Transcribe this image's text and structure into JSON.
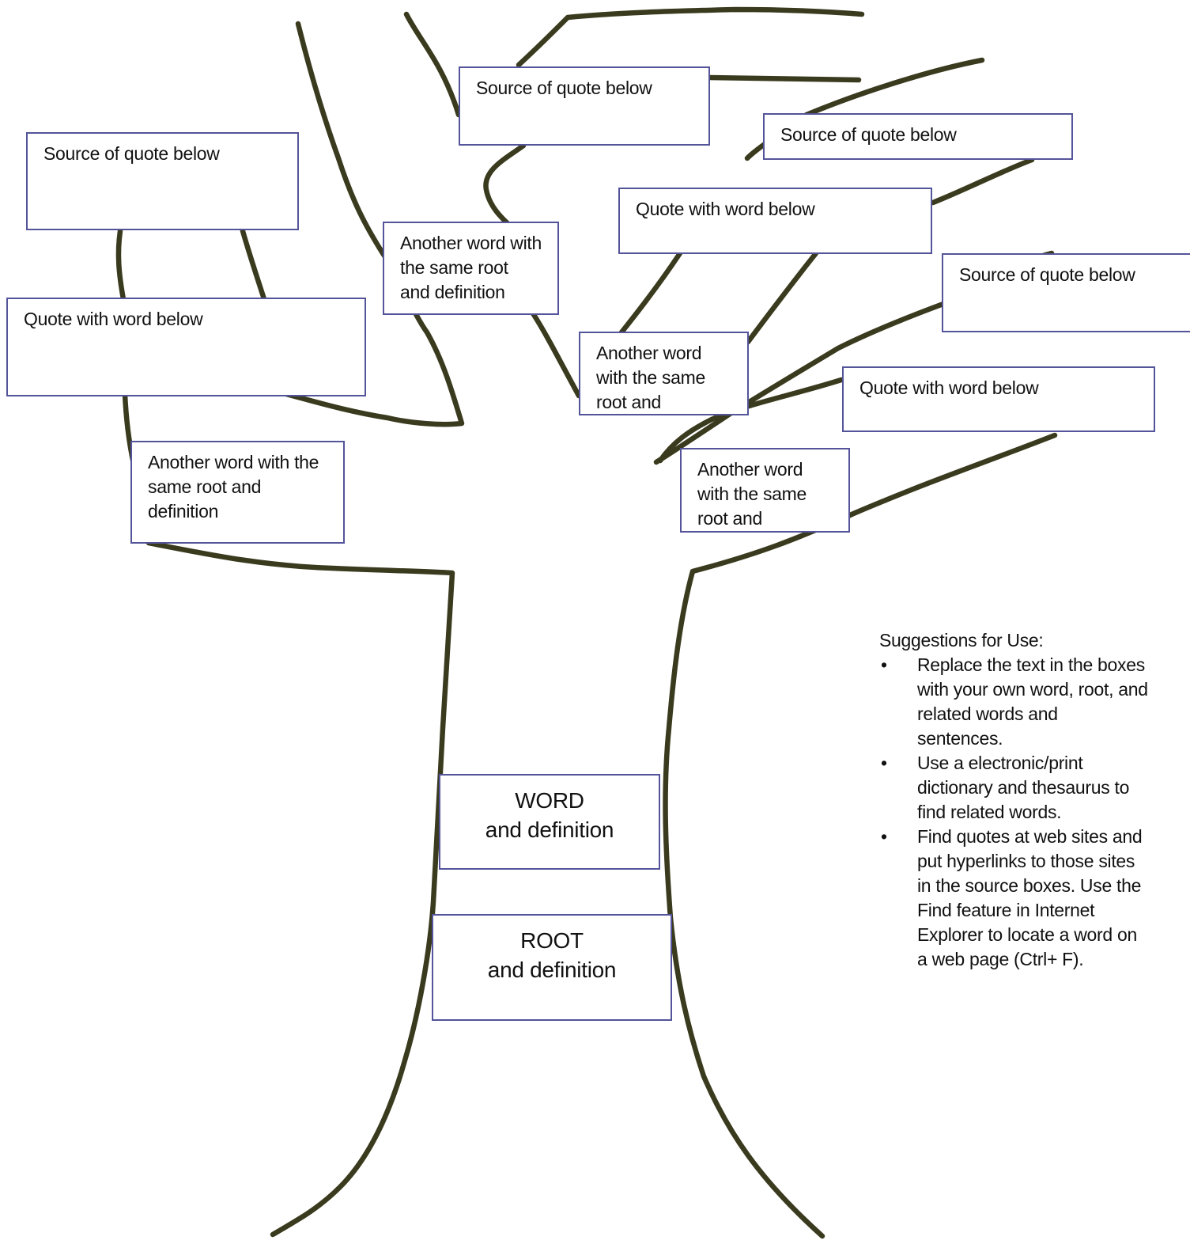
{
  "boxes": {
    "source_top_center": "Source of quote below",
    "source_top_right": "Source of quote below",
    "source_left": "Source of quote below",
    "source_far_right": "Source of quote below",
    "quote_left": "Quote with word below",
    "quote_right_upper": "Quote with word below",
    "quote_right_lower": "Quote with word below",
    "another_word_center": "Another word with the same root and definition",
    "another_word_mid": "Another word with the same root and",
    "another_word_right": "Another word with the same root and",
    "another_word_left": "Another word with the same root and definition",
    "word": {
      "line1": "WORD",
      "line2": "and definition"
    },
    "root": {
      "line1": "ROOT",
      "line2": "and definition"
    }
  },
  "suggestions": {
    "heading": "Suggestions for Use:",
    "items": [
      "Replace the text in the boxes with your own word, root, and related words and sentences.",
      "Use a electronic/print dictionary and  thesaurus to find related words.",
      "Find quotes at web sites and put hyperlinks to those sites in the source boxes.  Use the Find feature in Internet Explorer to locate a word on a web page (Ctrl+ F)."
    ]
  },
  "colors": {
    "branch": "#3a3a1e",
    "box_border": "#54549a"
  }
}
